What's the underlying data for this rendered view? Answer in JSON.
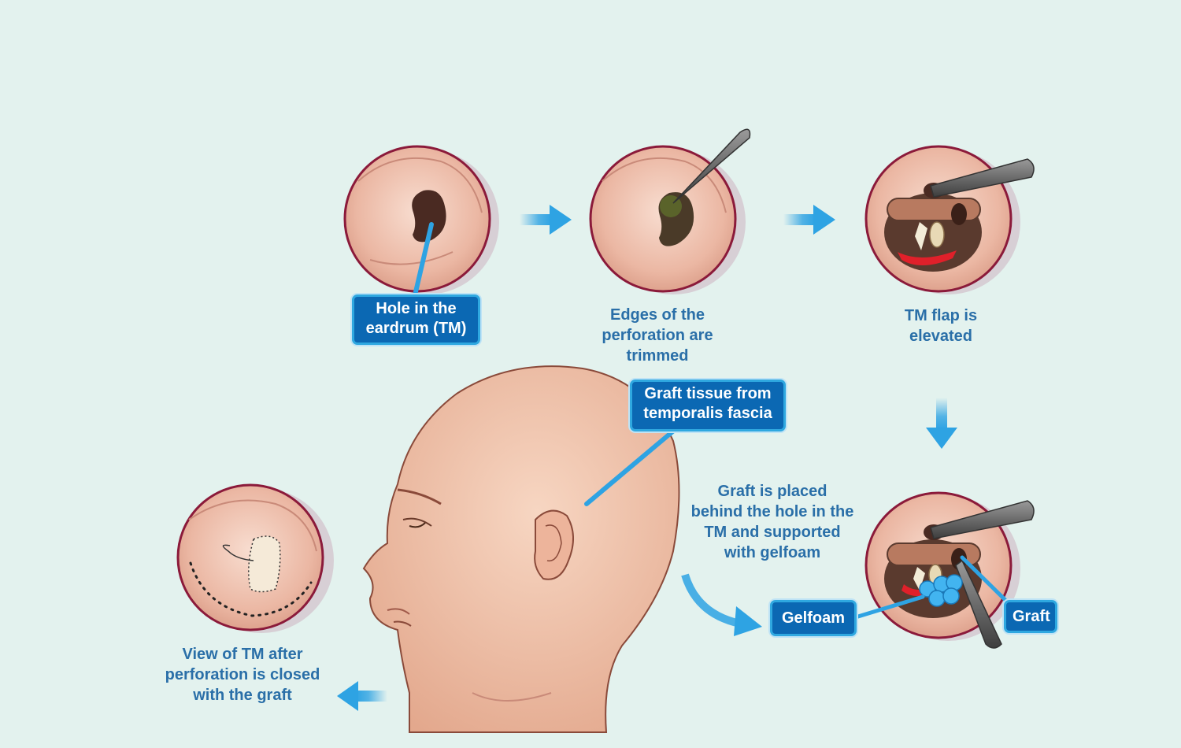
{
  "captions": {
    "step1": [
      "Hole in the",
      "eardrum (TM)"
    ],
    "step2": [
      "Edges of the",
      "perforation are",
      "trimmed"
    ],
    "step3": [
      "TM flap is",
      "elevated"
    ],
    "step4": [
      "Graft is placed",
      "behind the hole in the",
      "TM and supported",
      "with gelfoam"
    ],
    "step5": [
      "View of TM after",
      "perforation is closed",
      "with the graft"
    ]
  },
  "labels": {
    "graft_tissue": [
      "Graft tissue from",
      "temporalis fascia"
    ],
    "gelfoam": "Gelfoam",
    "graft": "Graft"
  },
  "colors": {
    "background": "#e3f2ee",
    "label_fill": "#0b68b3",
    "label_border": "#2fa8e0",
    "caption_text": "#2a6fa8",
    "arrow": "#2ea3e3",
    "circle_ring": "#8b1a3a",
    "skin": "#f2c4a8"
  }
}
